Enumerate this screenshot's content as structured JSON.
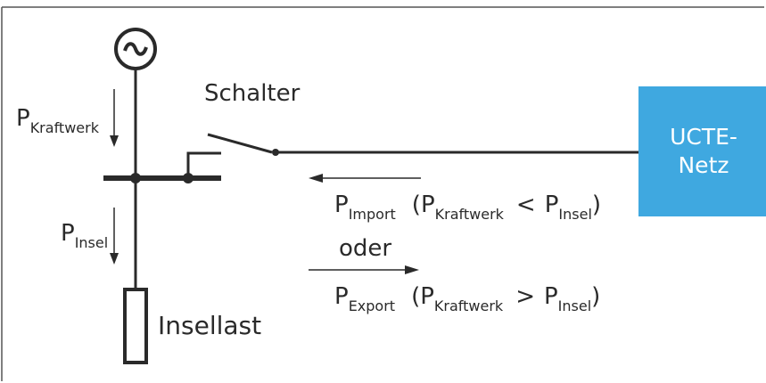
{
  "labels": {
    "schalter": "Schalter",
    "insellast": "Insellast",
    "p_symbol": "P",
    "kraftwerk": "Kraftwerk",
    "insel": "Insel",
    "import": "Import",
    "export": "Export",
    "oder": "oder",
    "paren_open": "(",
    "paren_close": ")",
    "less_than": "<",
    "greater_than": ">"
  },
  "ucte": {
    "line1": "UCTE-",
    "line2": "Netz"
  },
  "colors": {
    "ucte_fill": "#3fa8e0",
    "line": "#2a2a2a"
  },
  "icons": {
    "generator": "sine-wave-generator-icon"
  }
}
